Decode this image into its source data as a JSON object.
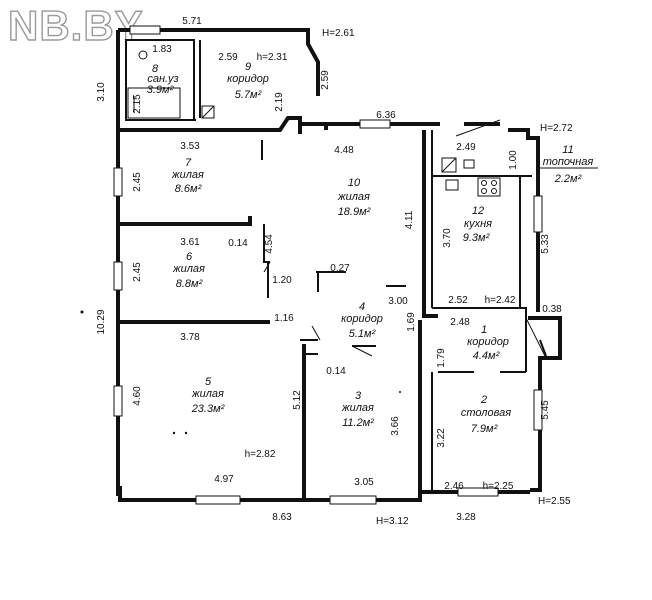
{
  "watermark": "NB.BY",
  "rooms": [
    {
      "id": "8",
      "name": "сан.уз",
      "area": "3.9м²"
    },
    {
      "id": "9",
      "name": "коридор",
      "area": "5.7м²"
    },
    {
      "id": "7",
      "name": "жилая",
      "area": "8.6м²"
    },
    {
      "id": "10",
      "name": "жилая",
      "area": "18.9м²"
    },
    {
      "id": "11",
      "name": "топочная",
      "area": "2.2м²"
    },
    {
      "id": "12",
      "name": "кухня",
      "area": "9.3м²"
    },
    {
      "id": "6",
      "name": "жилая",
      "area": "8.8м²"
    },
    {
      "id": "4",
      "name": "коридор",
      "area": "5.1м²"
    },
    {
      "id": "1",
      "name": "коридор",
      "area": "4.4м²"
    },
    {
      "id": "5",
      "name": "жилая",
      "area": "23.3м²"
    },
    {
      "id": "3",
      "name": "жилая",
      "area": "11.2м²"
    },
    {
      "id": "2",
      "name": "столовая",
      "area": "7.9м²"
    }
  ],
  "dimensions": {
    "top_left": "5.71",
    "h_top": "H=2.61",
    "bath_w": "1.83",
    "bath_h": "2.15",
    "corr9_w": "2.59",
    "h_corr9": "h=2.31",
    "corr9_side": "2.59",
    "left_top": "3.10",
    "corr9_bottom": "2.19",
    "mid_top": "6.36",
    "h_right_top": "H=2.72",
    "r7_top": "3.53",
    "r10_top": "4.48",
    "kitchen_top": "2.49",
    "boiler_side": "1.00",
    "r7_side": "2.45",
    "r10_side": "4.11",
    "kitchen_side": "3.70",
    "right_side": "5.33",
    "r6_top": "3.61",
    "wall_014a": "0.14",
    "r6_right": "4.54",
    "r6_side": "2.45",
    "w_120": "1.20",
    "w_027": "0.27",
    "w_300": "3.00",
    "kitchen_bottom": "2.52",
    "h_kitchen": "h=2.42",
    "step_038": "0.38",
    "left_total": "10.29",
    "w_116": "1.16",
    "corr4_side": "1.69",
    "corr1_top": "2.48",
    "r5_top": "3.78",
    "w_014b": "0.14",
    "corr1_side": "1.79",
    "r5_side": "4.60",
    "r5_right": "5.12",
    "r3_side": "3.66",
    "r2_side": "3.22",
    "right_lower": "5.45",
    "h_r5": "h=2.82",
    "r5_bottom": "4.97",
    "r3_bottom": "3.05",
    "r2_bottom": "2.46",
    "h_r2": "h=2.25",
    "h_right_bottom": "H=2.55",
    "bottom_total": "8.63",
    "h_bottom": "H=3.12",
    "bottom_right": "3.28"
  }
}
